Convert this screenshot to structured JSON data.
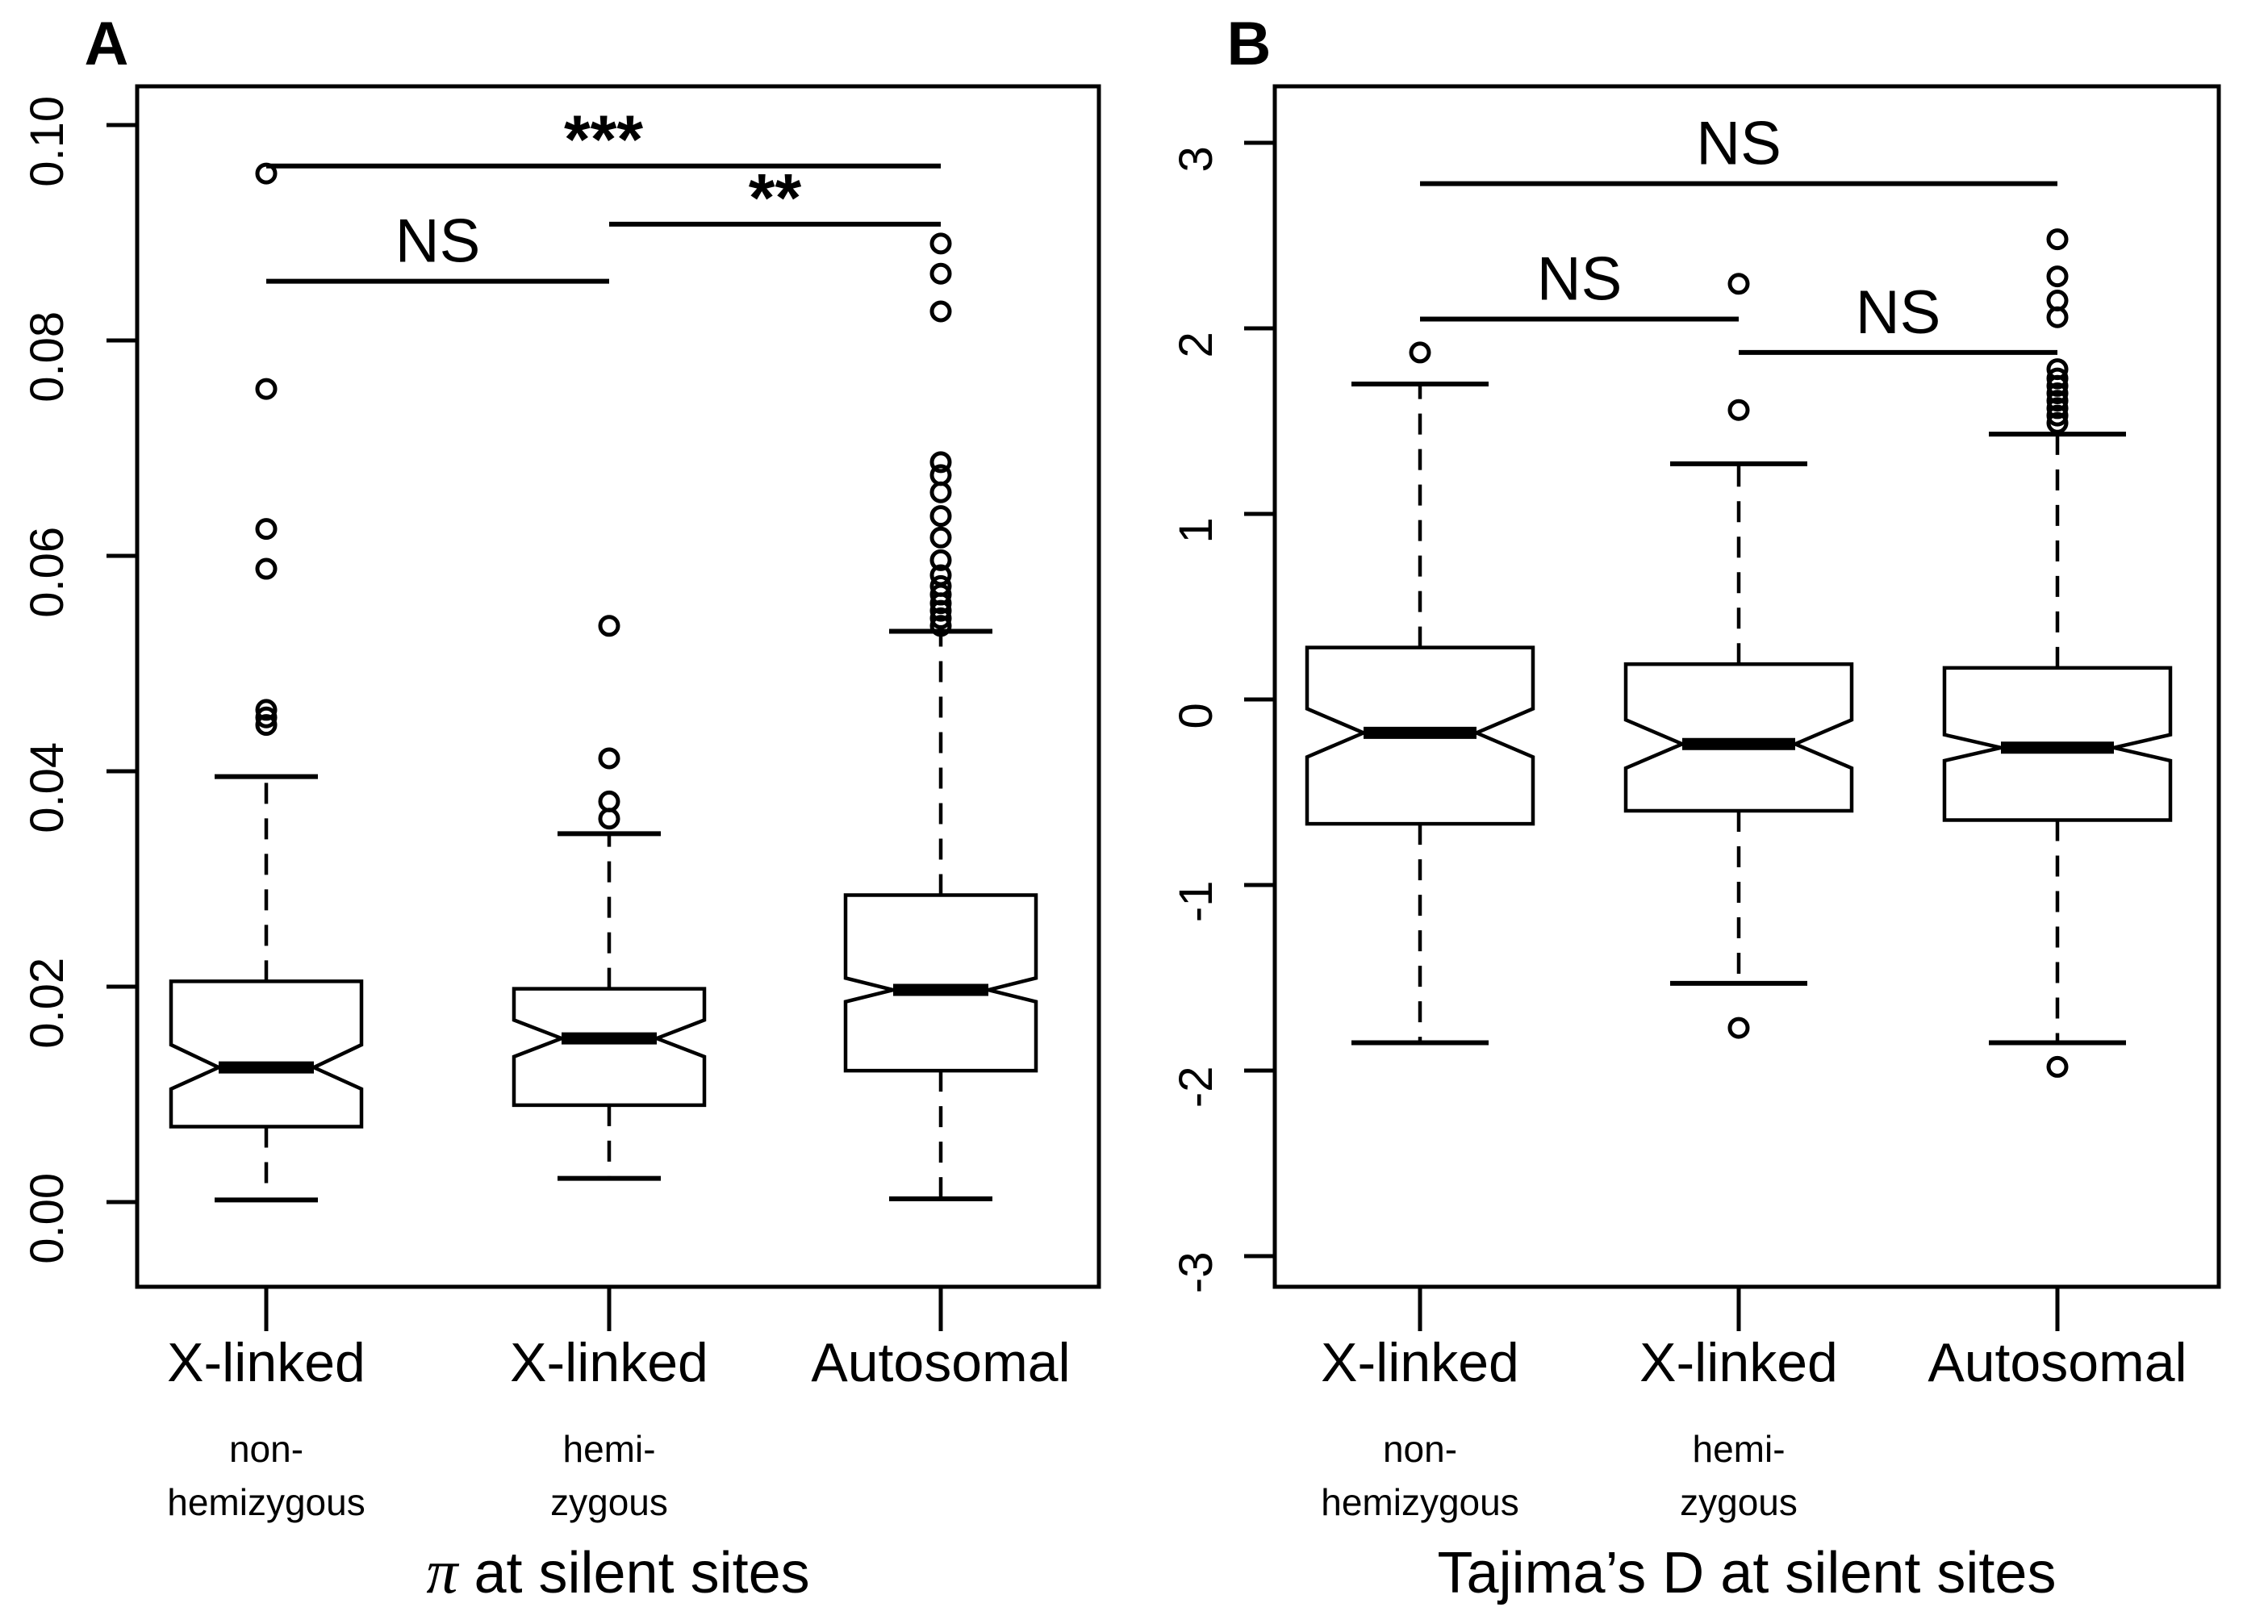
{
  "figure": {
    "background_color": "#ffffff",
    "line_color": "#000000",
    "description": "Two-panel notched box plot figure comparing X-linked non-hemizygous, X-linked hemizygous and Autosomal loci"
  },
  "chart_data": {
    "type": "boxplot",
    "notched": true,
    "grid": false,
    "legend": null,
    "panels": [
      {
        "letter": "A",
        "xlabel_italic": "π",
        "xlabel": " at silent sites",
        "ylabel": "",
        "ylim": [
          -0.008,
          0.1035
        ],
        "y_ticks": [
          "0.00",
          "0.02",
          "0.04",
          "0.06",
          "0.08",
          "0.10"
        ],
        "y_tick_values": [
          0,
          0.02,
          0.04,
          0.06,
          0.08,
          0.1
        ],
        "categories": [
          "X-linked",
          "X-linked",
          "Autosomal"
        ],
        "groups": [
          {
            "label": "X-linked",
            "sublabel": [
              "non-",
              "hemizygous"
            ],
            "whisker_low": 0.0002,
            "q1": 0.007,
            "median": 0.0125,
            "q3": 0.0205,
            "whisker_high": 0.0395,
            "notch_low": 0.0105,
            "notch_high": 0.0146,
            "outliers": [
              0.0443,
              0.045,
              0.0457,
              0.0588,
              0.0625,
              0.0755,
              0.0955
            ]
          },
          {
            "label": "X-linked",
            "sublabel": [
              "hemi-",
              "zygous"
            ],
            "whisker_low": 0.0022,
            "q1": 0.009,
            "median": 0.0152,
            "q3": 0.0198,
            "whisker_high": 0.0342,
            "notch_low": 0.0135,
            "notch_high": 0.0169,
            "outliers": [
              0.0356,
              0.0372,
              0.0412,
              0.0535
            ]
          },
          {
            "label": "Autosomal",
            "sublabel": [],
            "whisker_low": 0.0003,
            "q1": 0.0122,
            "median": 0.0197,
            "q3": 0.0285,
            "whisker_high": 0.053,
            "notch_low": 0.0186,
            "notch_high": 0.0208,
            "outliers": [
              0.0535,
              0.0542,
              0.0549,
              0.0556,
              0.0564,
              0.0572,
              0.0582,
              0.0596,
              0.0617,
              0.0637,
              0.0659,
              0.0675,
              0.0687,
              0.0827,
              0.0862,
              0.089
            ]
          }
        ],
        "significance": [
          {
            "pair": [
              0,
              1
            ],
            "label": "NS",
            "value": 0.0855
          },
          {
            "pair": [
              0,
              2
            ],
            "label": "***",
            "value": 0.0962
          },
          {
            "pair": [
              1,
              2
            ],
            "label": "**",
            "value": 0.0908
          }
        ]
      },
      {
        "letter": "B",
        "xlabel_italic": "",
        "xlabel": "Tajima’s D at silent sites",
        "ylabel": "",
        "ylim": [
          -3.17,
          3.3
        ],
        "y_ticks": [
          "-3",
          "-2",
          "-1",
          "0",
          "1",
          "2",
          "3"
        ],
        "y_tick_values": [
          -3,
          -2,
          -1,
          0,
          1,
          2,
          3
        ],
        "categories": [
          "X-linked",
          "X-linked",
          "Autosomal"
        ],
        "groups": [
          {
            "label": "X-linked",
            "sublabel": [
              "non-",
              "hemizygous"
            ],
            "whisker_low": -1.85,
            "q1": -0.67,
            "median": -0.18,
            "q3": 0.28,
            "whisker_high": 1.7,
            "notch_low": -0.31,
            "notch_high": -0.05,
            "outliers": [
              1.87
            ]
          },
          {
            "label": "X-linked",
            "sublabel": [
              "hemi-",
              "zygous"
            ],
            "whisker_low": -1.53,
            "q1": -0.6,
            "median": -0.24,
            "q3": 0.19,
            "whisker_high": 1.27,
            "notch_low": -0.37,
            "notch_high": -0.11,
            "outliers": [
              2.24,
              1.56,
              -1.77
            ]
          },
          {
            "label": "Autosomal",
            "sublabel": [],
            "whisker_low": -1.85,
            "q1": -0.65,
            "median": -0.26,
            "q3": 0.17,
            "whisker_high": 1.43,
            "notch_low": -0.33,
            "notch_high": -0.19,
            "outliers": [
              2.48,
              2.28,
              2.15,
              2.06,
              1.78,
              1.73,
              1.69,
              1.65,
              1.61,
              1.57,
              1.53,
              1.49,
              -1.98
            ]
          }
        ],
        "significance": [
          {
            "pair": [
              0,
              2
            ],
            "label": "NS",
            "value": 2.78
          },
          {
            "pair": [
              0,
              1
            ],
            "label": "NS",
            "value": 2.05
          },
          {
            "pair": [
              1,
              2
            ],
            "label": "NS",
            "value": 1.87
          }
        ]
      }
    ]
  }
}
